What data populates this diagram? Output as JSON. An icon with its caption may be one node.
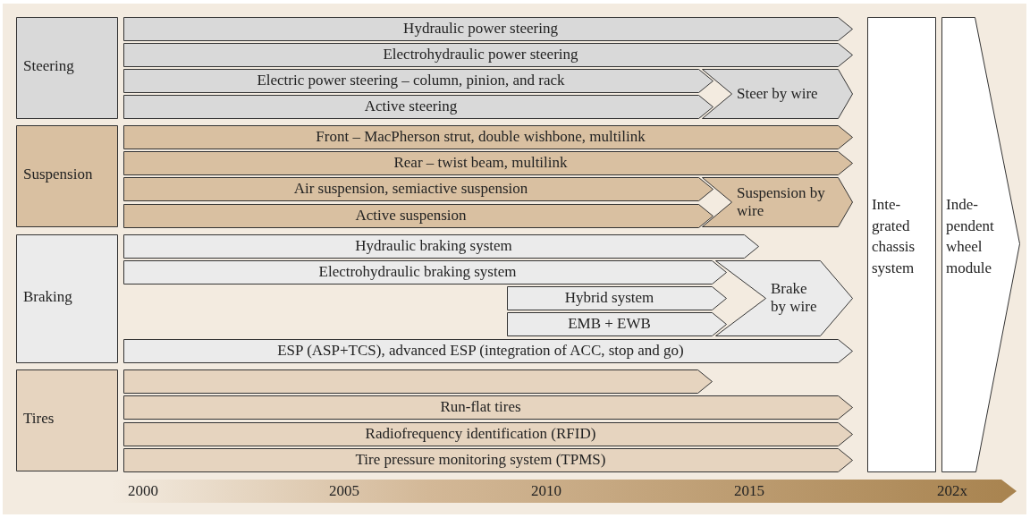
{
  "diagram": {
    "nodes": [
      {
        "text": [
          "Steering"
        ]
      },
      {
        "text": [
          "Hydraulic power steering"
        ]
      },
      {
        "text": [
          "Electrohydraulic power steering"
        ]
      },
      {
        "text": [
          "Electric power steering – column, pinion, and rack"
        ]
      },
      {
        "text": [
          "Active steering"
        ]
      },
      {
        "text": [
          "Steer by wire"
        ]
      },
      {
        "text": [
          "Suspension"
        ]
      },
      {
        "text": [
          "Front – MacPherson strut, double wishbone, multilink"
        ]
      },
      {
        "text": [
          "Rear – twist beam, multilink"
        ]
      },
      {
        "text": [
          "Air suspension, semiactive suspension"
        ]
      },
      {
        "text": [
          "Active suspension"
        ]
      },
      {
        "text": [
          "Suspension by wire"
        ]
      },
      {
        "text": [
          "Braking"
        ]
      },
      {
        "text": [
          "Hydraulic braking system"
        ]
      },
      {
        "text": [
          "Electrohydraulic braking system"
        ]
      },
      {
        "text": [
          "Hybrid system"
        ]
      },
      {
        "text": [
          "EMB + EWB"
        ]
      },
      {
        "text": [
          "Brake by wire"
        ]
      },
      {
        "text": [
          "ESP (ASP+TCS), advanced ESP (integration of ACC, stop and go)"
        ]
      },
      {
        "text": [
          "Tires"
        ]
      },
      {
        "text": [],
        "shape": "arrow"
      },
      {
        "text": [
          "Run-flat tires"
        ]
      },
      {
        "text": [
          "Radiofrequency identification (RFID)"
        ]
      },
      {
        "text": [
          "Tire pressure monitoring system (TPMS)"
        ]
      },
      {
        "text": [
          "Inte- grated chassis system"
        ]
      },
      {
        "text": [
          "Inde- pendent wheel module"
        ]
      }
    ],
    "labels": [
      "2000",
      "2005",
      "2010",
      "2015",
      "202x"
    ]
  }
}
